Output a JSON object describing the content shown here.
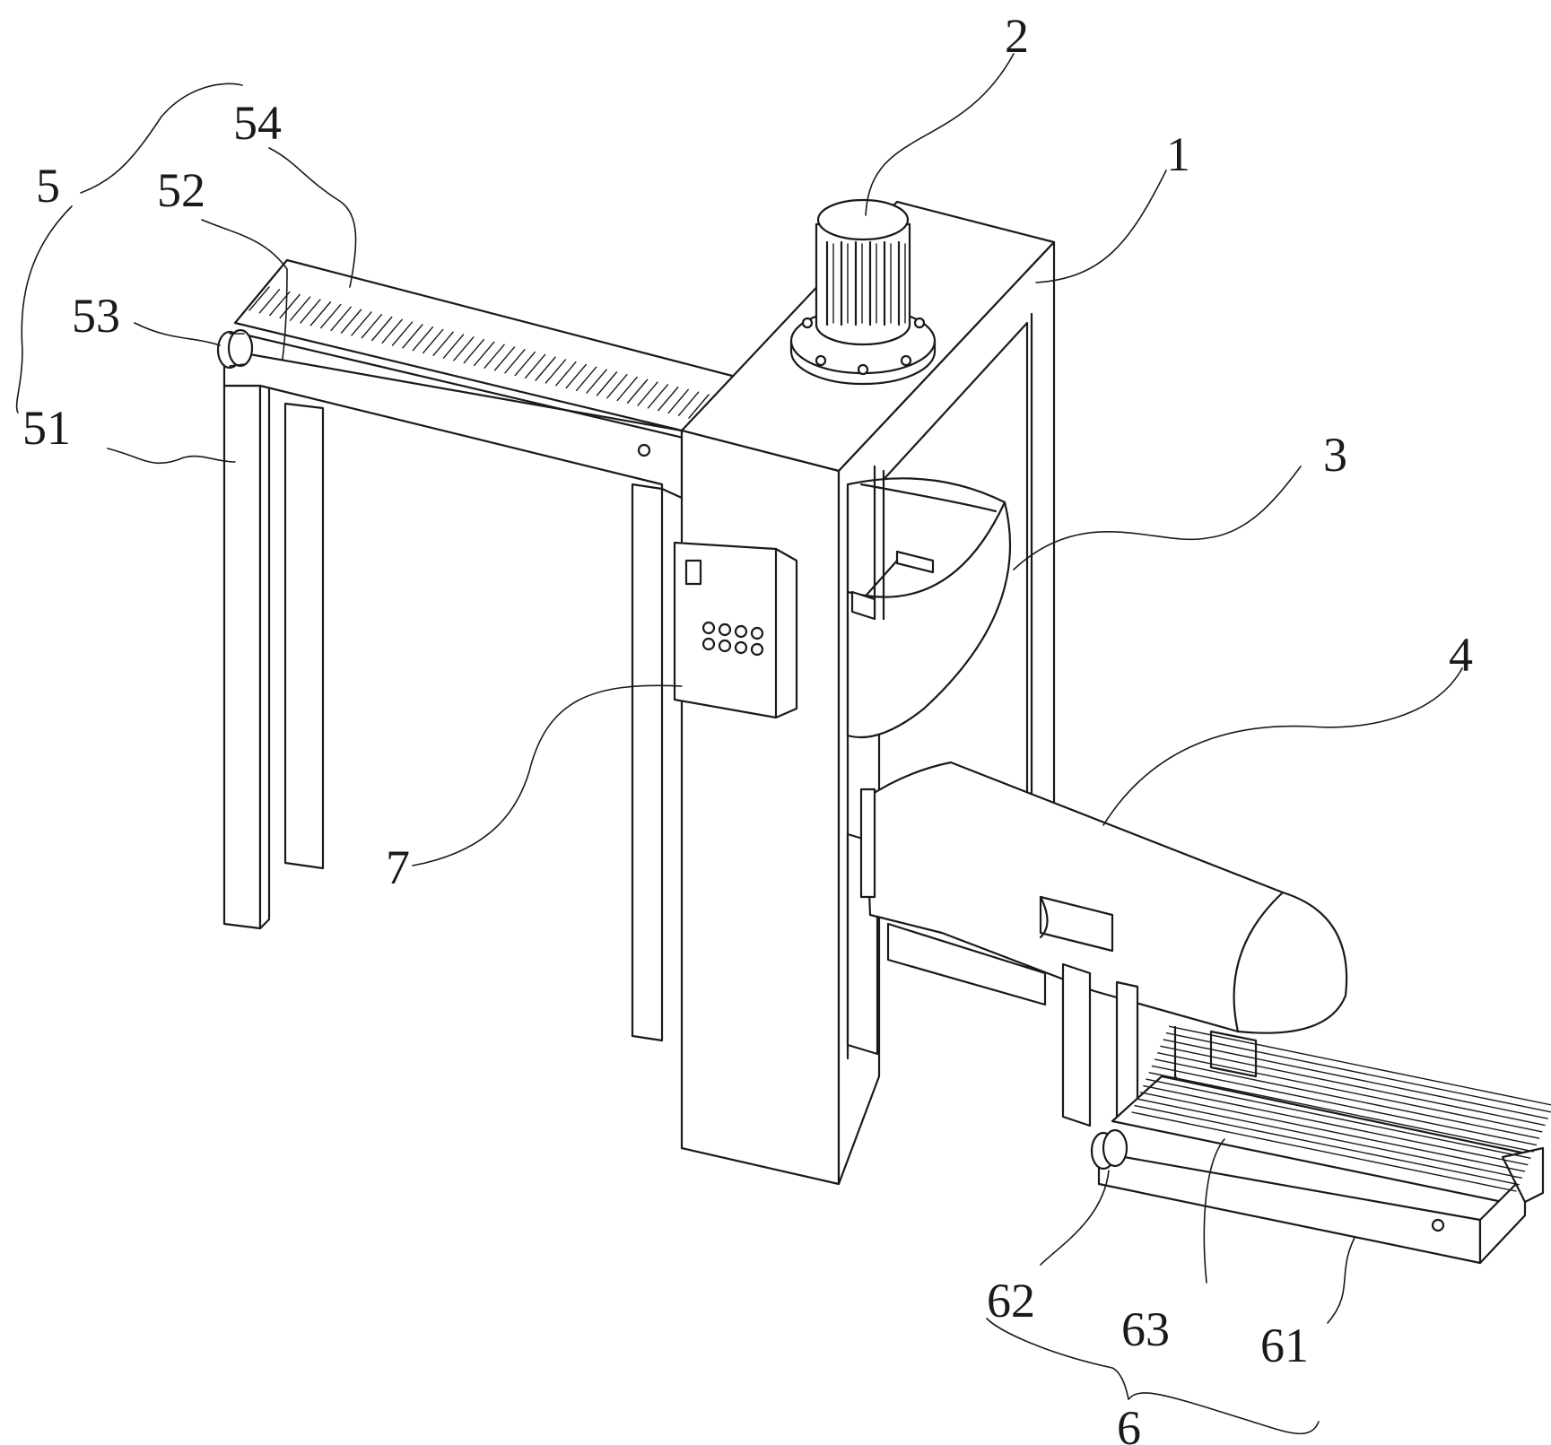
{
  "labels": {
    "frame": "1",
    "motor": "2",
    "hopper": "3",
    "chute": "4",
    "upper_conveyor": "5",
    "upper_conveyor_frame": "51",
    "upper_conveyor_belt": "52",
    "upper_conveyor_motor": "53",
    "upper_conveyor_slats": "54",
    "lower_conveyor": "6",
    "lower_conveyor_frame": "61",
    "lower_conveyor_motor": "62",
    "lower_conveyor_slats": "63",
    "control_box": "7"
  }
}
